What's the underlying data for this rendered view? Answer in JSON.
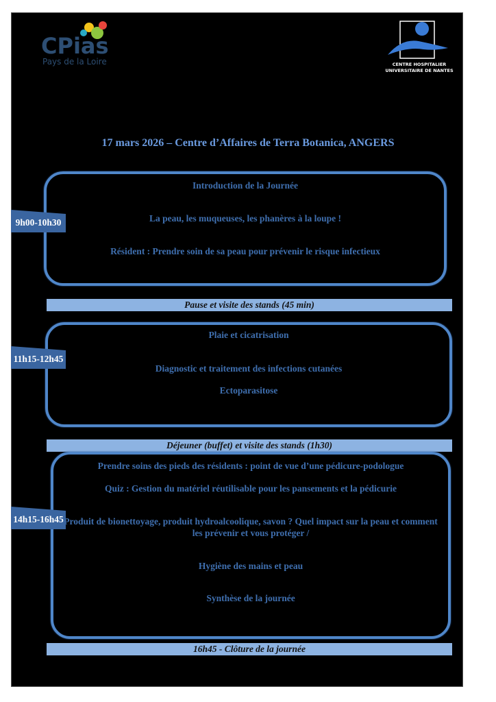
{
  "logos": {
    "left": {
      "name": "CPias",
      "subtitle": "Pays de la Loire"
    },
    "right": {
      "line1": "CENTRE HOSPITALIER",
      "line2": "UNIVERSITAIRE DE NANTES"
    }
  },
  "header": {
    "title": "17 mars 2026 – Centre d’Affaires de Terra Botanica, ANGERS"
  },
  "sessions": [
    {
      "time": "9h00-10h30",
      "items": [
        "Introduction de la Journée",
        "La peau, les muqueuses, les phanères à la loupe !",
        "Résident : Prendre soin de sa peau pour prévenir le risque infectieux"
      ]
    },
    {
      "time": "11h15-12h45",
      "items": [
        "Plaie et cicatrisation",
        "Diagnostic et traitement des infections cutanées",
        "Ectoparasitose"
      ]
    },
    {
      "time": "14h15-16h45",
      "items": [
        "Prendre soins des pieds des résidents : point de vue d’une pédicure-podologue",
        "Quiz :  Gestion du matériel réutilisable pour les pansements et la pédicurie",
        "Produit de bionettoyage, produit hydroalcoolique, savon ? Quel impact sur la peau et comment les prévenir et vous protéger /",
        "Hygiène des mains et peau",
        "Synthèse de la journée"
      ]
    }
  ],
  "breaks": [
    "Pause et visite des stands (45 min)",
    "Déjeuner (buffet) et visite des stands (1h30)",
    "16h45 - Clôture de la journée"
  ],
  "colors": {
    "accent": "#4f86c9",
    "bar": "#8db3e2",
    "tag": "#3a65a0"
  }
}
